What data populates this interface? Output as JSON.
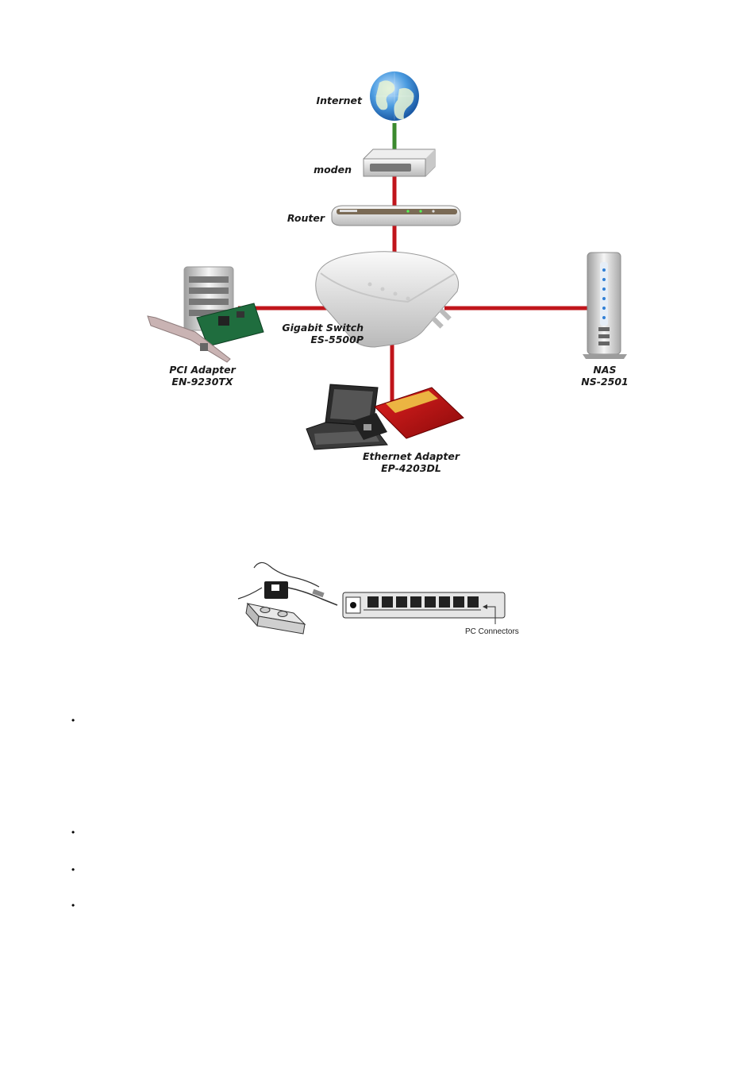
{
  "network": {
    "internet": "Internet",
    "modem": "moden",
    "router": "Router",
    "switch_name": "Gigabit Switch",
    "switch_model": "ES-5500P",
    "pci_name": "PCI Adapter",
    "pci_model": "EN-9230TX",
    "nas_name": "NAS",
    "nas_model": "NS-2501",
    "ethernet_name": "Ethernet Adapter",
    "ethernet_model": "EP-4203DL",
    "colors": {
      "link": "#c0151b",
      "internet_link": "#3b8a2e"
    }
  },
  "power": {
    "connector_label": "PC Connectors"
  },
  "bullets": [
    "•",
    "•",
    "•",
    "•"
  ]
}
